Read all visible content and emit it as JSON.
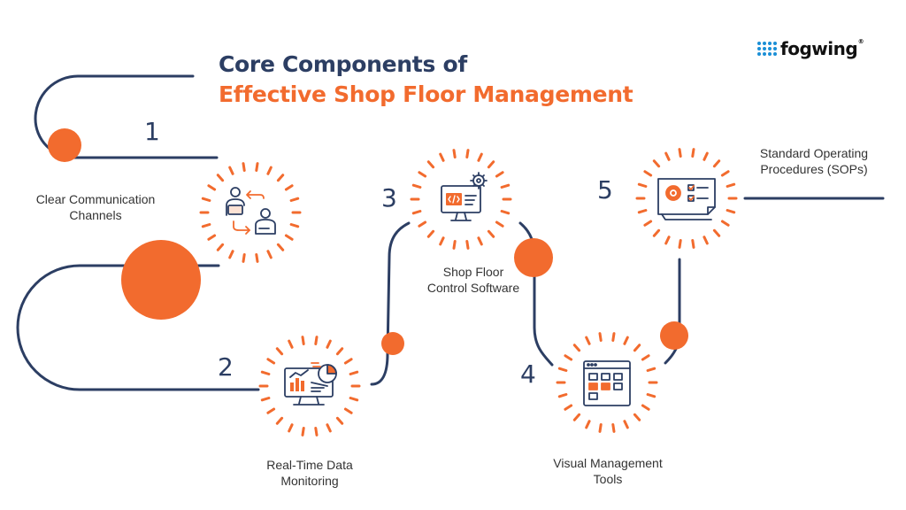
{
  "title": {
    "line1": "Core Components of",
    "line2": "Effective Shop Floor Management"
  },
  "logo": {
    "text": "fogwing",
    "registered": "®"
  },
  "steps": [
    {
      "number": "1",
      "label_line1": "Clear Communication",
      "label_line2": "Channels",
      "icon": "collaboration-icon"
    },
    {
      "number": "2",
      "label_line1": "Real-Time Data",
      "label_line2": "Monitoring",
      "icon": "monitor-chart-icon"
    },
    {
      "number": "3",
      "label_line1": "Shop Floor",
      "label_line2": "Control Software",
      "icon": "code-monitor-gear-icon"
    },
    {
      "number": "4",
      "label_line1": "Visual Management",
      "label_line2": "Tools",
      "icon": "kanban-board-icon"
    },
    {
      "number": "5",
      "label_line1": "Standard Operating",
      "label_line2": "Procedures (SOPs)",
      "icon": "checklist-document-icon"
    }
  ],
  "colors": {
    "navy": "#2c3e63",
    "orange": "#f26b2e",
    "logo_blue": "#1a8fd6"
  }
}
